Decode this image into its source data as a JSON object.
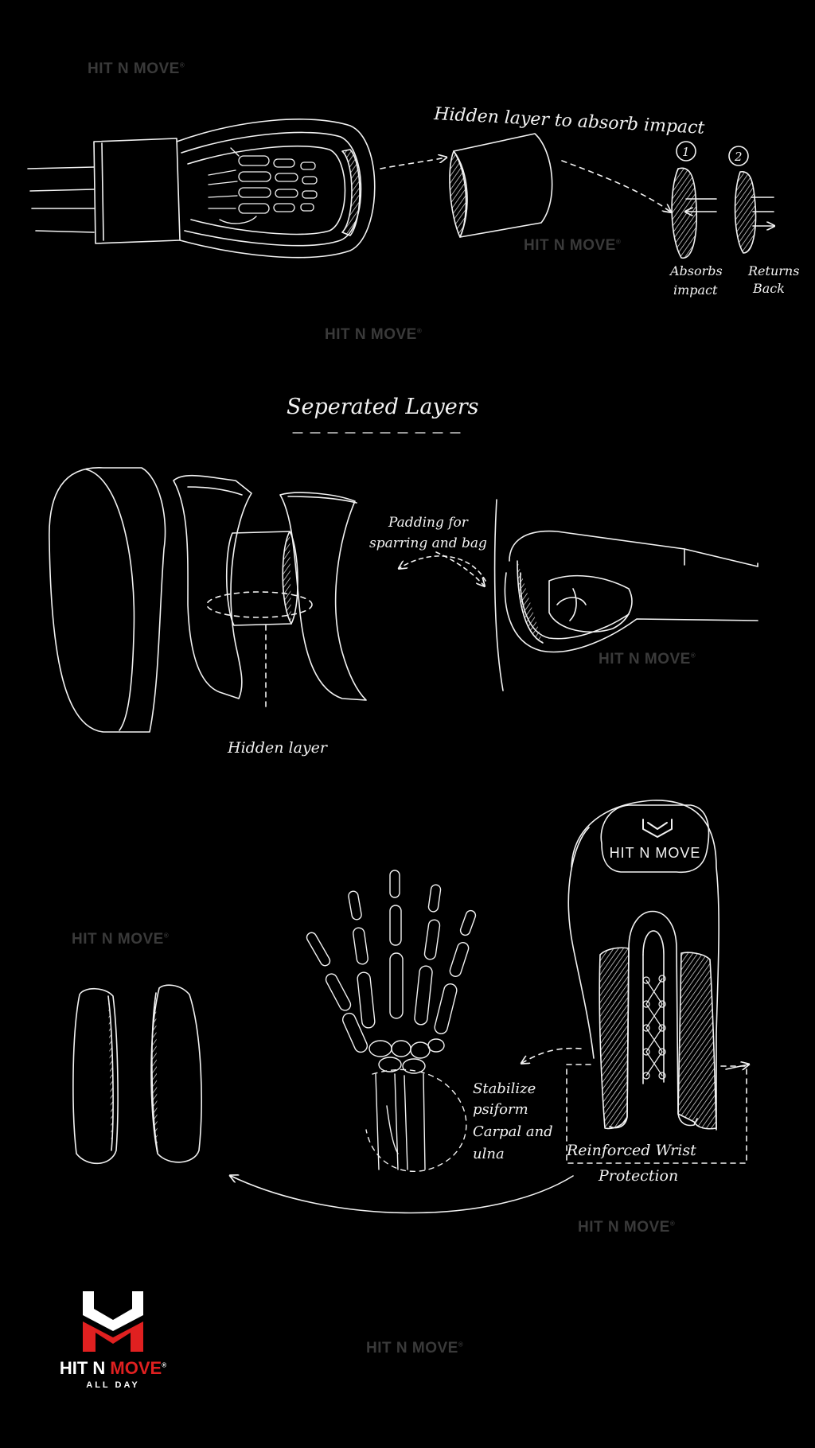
{
  "watermark": {
    "text": "HIT N MOVE",
    "mark": "®",
    "color": "#3a3a3a"
  },
  "sketch1": {
    "heading": "Hidden layer to absorb impact",
    "step1_number": "1",
    "step2_number": "2",
    "step1_caption_line1": "Absorbs",
    "step1_caption_line2": "impact",
    "step2_caption_line1": "Returns",
    "step2_caption_line2": "Back"
  },
  "sketch2": {
    "title": "Seperated Layers",
    "padding_note_line1": "Padding for",
    "padding_note_line2": "sparring and bag",
    "hidden_layer_label": "Hidden layer"
  },
  "sketch3": {
    "glove_brand": "HIT N MOVE",
    "glove_monogram": "HM",
    "stabilize_line1": "Stabilize",
    "stabilize_line2": "psiform",
    "stabilize_line3": "Carpal and",
    "stabilize_line4": "ulna",
    "reinforced_line1": "Reinforced Wrist",
    "reinforced_line2": "Protection"
  },
  "logo": {
    "brand_white": "HIT N ",
    "brand_red": "MOVE",
    "mark": "®",
    "tagline": "ALL DAY",
    "accent_color": "#e02020"
  },
  "colors": {
    "background": "#000000",
    "sketch_line": "#f2f2f2"
  }
}
